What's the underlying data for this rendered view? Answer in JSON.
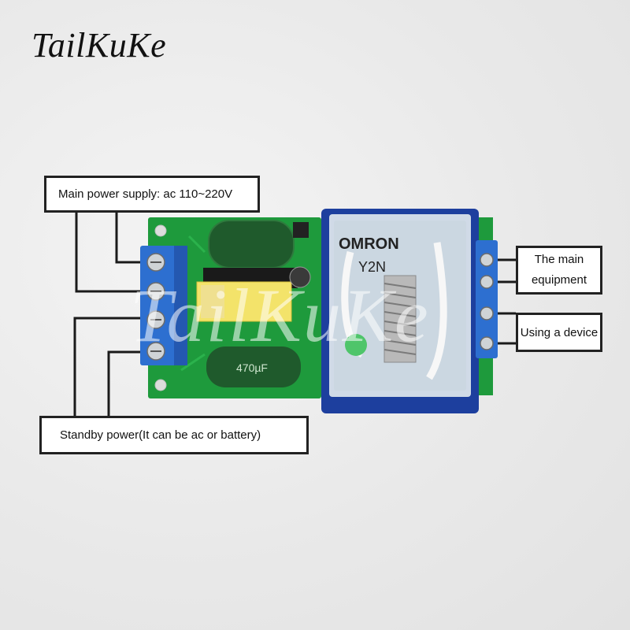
{
  "brand": "TailKuKe",
  "watermark": "TailKuKe",
  "labels": {
    "main_power": "Main power supply: ac 110~220V",
    "main_equipment_line1": "The main",
    "main_equipment_line2": "equipment",
    "using_device": "Using a device",
    "standby_power": "Standby power(It can be ac or battery)"
  },
  "components": {
    "relay_brand": "OMRON",
    "relay_model": "Y2N",
    "capacitor_text": "470µF",
    "colors": {
      "pcb": "#1e9a3c",
      "terminal": "#2d6fd0",
      "relay_base": "#1d3f9e",
      "capacitor": "#1f5a2c",
      "transformer": "#f3e36a"
    }
  }
}
